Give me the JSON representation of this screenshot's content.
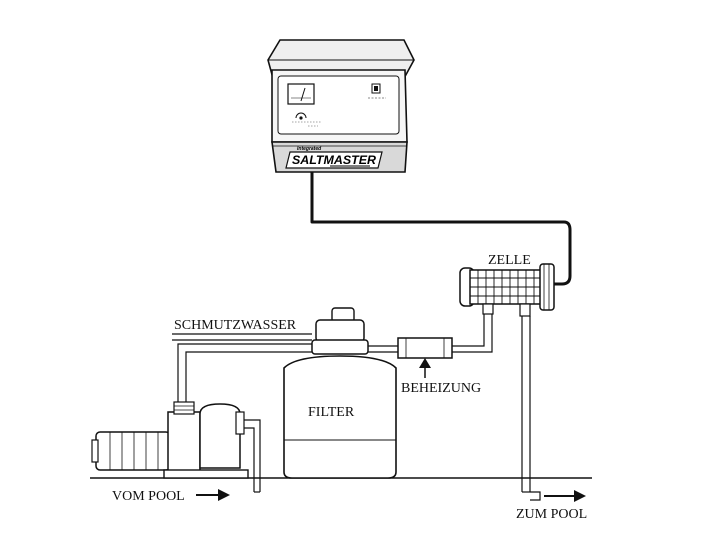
{
  "labels": {
    "zelle": "ZELLE",
    "schmutzwasser": "SCHMUTZWASSER",
    "filter": "FILTER",
    "beheizung": "BEHEIZUNG",
    "vom_pool": "VOM POOL",
    "zum_pool": "ZUM POOL"
  },
  "device": {
    "brand": "SALTMASTER",
    "brand_prefix": "Integrated"
  },
  "colors": {
    "line": "#111111",
    "device_fill": "#f2f2f2",
    "device_front": "#d6d6d6",
    "background": "#ffffff"
  }
}
